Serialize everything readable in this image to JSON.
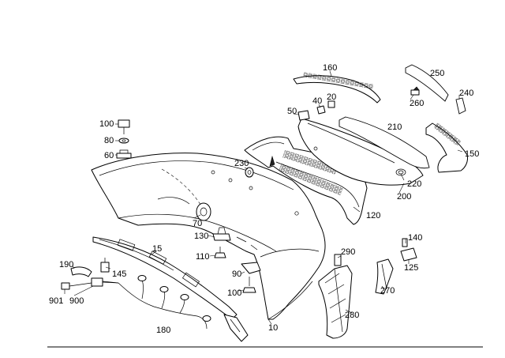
{
  "labels": {
    "p10": "10",
    "p15": "15",
    "p20": "20",
    "p40": "40",
    "p50": "50",
    "p60": "60",
    "p70": "70",
    "p80": "80",
    "p90": "90",
    "p100a": "100",
    "p100b": "100",
    "p110": "110",
    "p120": "120",
    "p125": "125",
    "p130": "130",
    "p140": "140",
    "p145": "145",
    "p150": "150",
    "p160": "160",
    "p180": "180",
    "p190": "190",
    "p200": "200",
    "p210": "210",
    "p220": "220",
    "p230": "230",
    "p240": "240",
    "p250": "250",
    "p260": "260",
    "p270": "270",
    "p280": "280",
    "p290": "290",
    "p900": "900",
    "p901": "901"
  }
}
